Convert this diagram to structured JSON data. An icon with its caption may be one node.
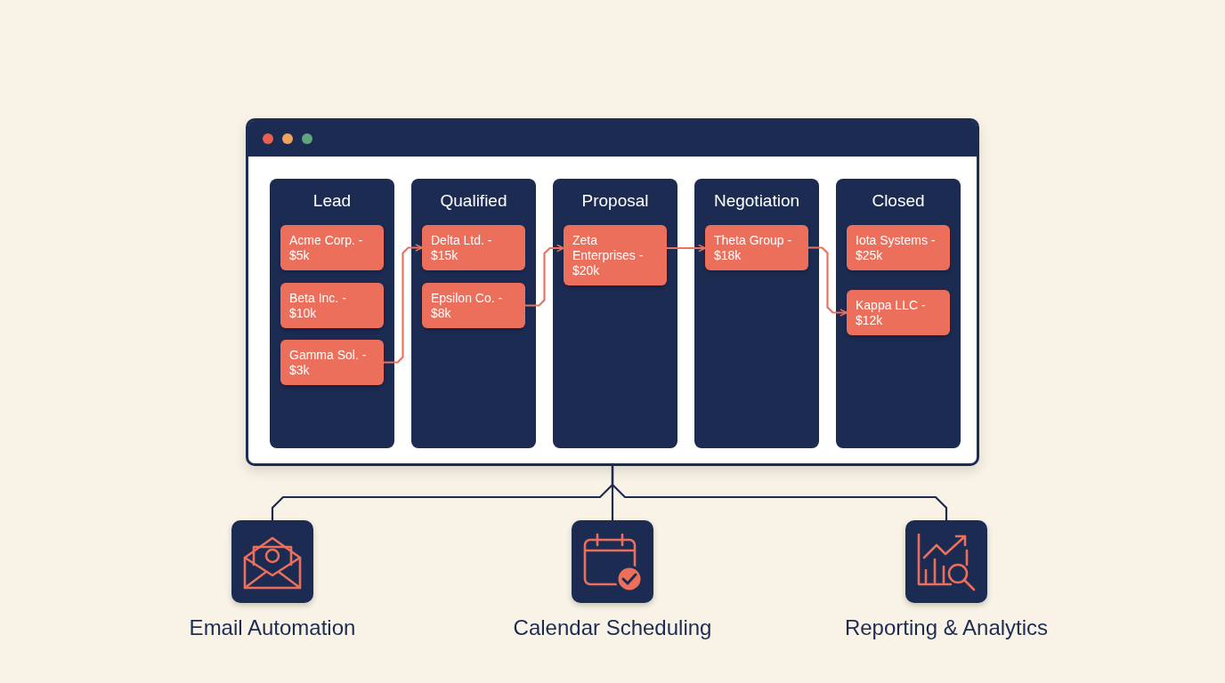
{
  "diagram": {
    "nodes": [
      {
        "text": [],
        "shape": "box"
      },
      {
        "text": [
          "Lead"
        ],
        "in": 0
      },
      {
        "text": [
          "Qualified"
        ],
        "in": 0
      },
      {
        "text": [
          "Proposal"
        ],
        "in": 0
      },
      {
        "text": [
          "Negotiation"
        ],
        "in": 0
      },
      {
        "text": [
          "Closed"
        ],
        "in": 0
      },
      {
        "text": [
          "Acme Corp. - $5k"
        ],
        "in": 1
      },
      {
        "text": [
          "Beta Inc. - $10k"
        ],
        "in": 1
      },
      {
        "text": [
          "Gamma Sol. - $3k"
        ],
        "in": 1
      },
      {
        "text": [
          "Delta Ltd. - $15k"
        ],
        "in": 2
      },
      {
        "text": [
          "Epsilon Co. - $8k"
        ],
        "in": 2
      },
      {
        "text": [
          "Zeta Enterprises - $20k"
        ],
        "in": 3
      },
      {
        "text": [
          "Theta Group - $18k"
        ],
        "in": 4
      },
      {
        "text": [
          "Iota Systems - $25k"
        ],
        "in": 5
      },
      {
        "text": [
          "Kappa LLC - $12k"
        ],
        "in": 5
      },
      {
        "text": [],
        "shape": "box",
        "beside": [
          "Email Automation"
        ]
      },
      {
        "text": [],
        "shape": "box",
        "beside": [
          "Calendar Scheduling"
        ]
      },
      {
        "text": [],
        "shape": "box",
        "beside": [
          "Reporting & Analytics"
        ]
      }
    ],
    "edges": [
      {
        "from": 8,
        "to": 9,
        "arrow": "to"
      },
      {
        "from": 10,
        "to": 11,
        "arrow": "to"
      },
      {
        "from": 11,
        "to": 12,
        "arrow": "to"
      },
      {
        "from": 12,
        "to": 14,
        "arrow": "to"
      },
      {
        "from": 0,
        "to": 15,
        "arrow": "none",
        "color": "#1c2b52"
      },
      {
        "from": 0,
        "to": 16,
        "arrow": "none",
        "color": "#1c2b52"
      },
      {
        "from": 0,
        "to": 17,
        "arrow": "none",
        "color": "#1c2b52"
      }
    ]
  }
}
